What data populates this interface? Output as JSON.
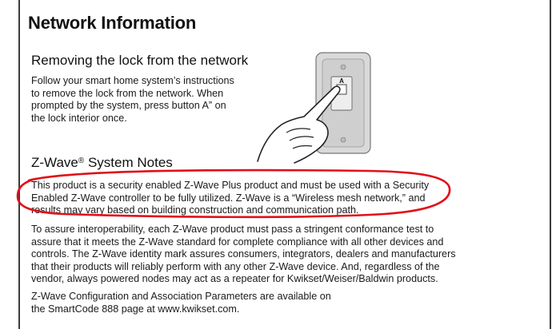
{
  "document": {
    "title": "Network Information",
    "removing": {
      "heading": "Removing the lock from the network",
      "lines": [
        "Follow your smart home system’s instructions",
        "to remove the lock from the network. When",
        "prompted by the system, press button A” on",
        "the lock interior once."
      ]
    },
    "zwave": {
      "heading_prefix": "Z-Wave",
      "heading_reg": "®",
      "heading_suffix": " System Notes",
      "security_lines": [
        "This product is a security enabled Z-Wave Plus product and must be used with a Security",
        "Enabled Z-Wave controller to be fully utilized. Z-Wave is a “Wireless mesh network,” and",
        "results may vary based on building construction and communication path."
      ],
      "interop_lines": [
        "To assure interoperability, each Z-Wave product must pass a stringent conformance test to",
        "assure that it meets the Z-Wave standard for complete compliance with all other devices and",
        "controls. The Z-Wave identity mark assures consumers, integrators, dealers and manufacturers",
        "that their products will reliably perform with any other Z-Wave device.  And, regardless of the",
        "vendor, always powered nodes may act as a repeater for Kwikset/Weiser/Baldwin products."
      ],
      "config_lines": [
        "Z-Wave Configuration and Association Parameters are available on",
        "the SmartCode 888 page at www.kwikset.com."
      ]
    },
    "illustration": {
      "button_label": "A"
    },
    "colors": {
      "annotation": "#e0101a",
      "text": "#1a1a1a"
    }
  }
}
